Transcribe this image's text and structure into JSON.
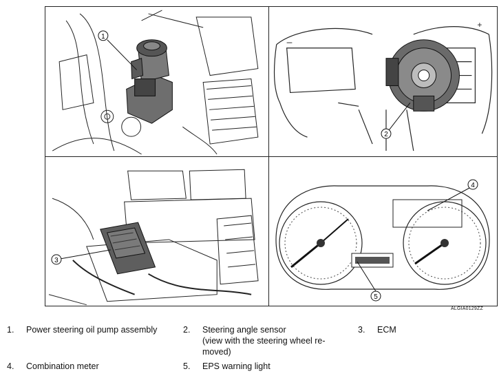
{
  "figure_code": "ALGIA0129ZZ",
  "callouts": [
    "1",
    "2",
    "3",
    "4",
    "5"
  ],
  "legend": [
    {
      "num": "1.",
      "lines": [
        "Power steering oil pump assembly"
      ]
    },
    {
      "num": "2.",
      "lines": [
        "Steering angle sensor",
        "(view with the steering wheel re-",
        "moved)"
      ]
    },
    {
      "num": "3.",
      "lines": [
        "ECM"
      ]
    },
    {
      "num": "4.",
      "lines": [
        "Combination meter"
      ]
    },
    {
      "num": "5.",
      "lines": [
        "EPS warning light"
      ]
    }
  ]
}
